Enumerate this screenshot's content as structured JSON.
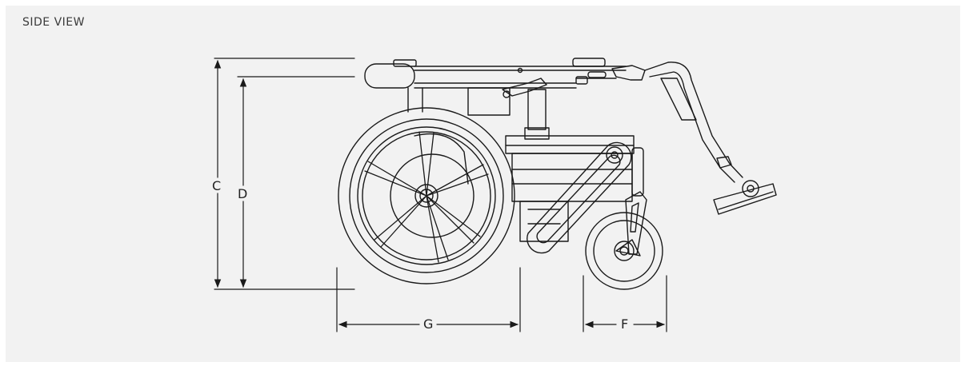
{
  "view": {
    "title": "SIDE VIEW"
  },
  "dimensions": {
    "c": "C",
    "d": "D",
    "g": "G",
    "f": "F"
  },
  "colors": {
    "line": "#1a1a1a",
    "background": "#f2f2f2"
  }
}
